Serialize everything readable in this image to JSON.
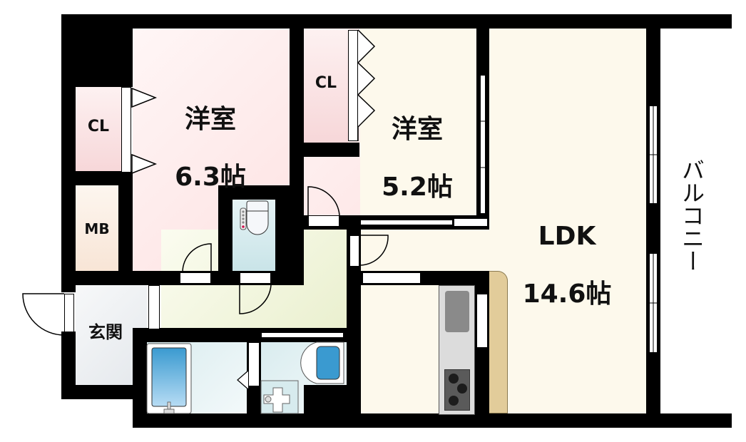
{
  "floorplan": {
    "rooms": {
      "western_room_1": {
        "name": "洋室",
        "size": "6.3帖"
      },
      "western_room_2": {
        "name": "洋室",
        "size": "5.2帖"
      },
      "ldk": {
        "name": "LDK",
        "size": "14.6帖"
      },
      "closet_1": {
        "name": "CL"
      },
      "closet_2": {
        "name": "CL"
      },
      "meter_box": {
        "name": "MB"
      },
      "entrance": {
        "name": "玄関"
      },
      "balcony": {
        "name": "バルコニー"
      }
    },
    "colors": {
      "wall": "#000000",
      "western_room": "#fde2e2",
      "ldk": "#fdf9ec",
      "hall": "#eaf0cf",
      "wet_area": "#c9e4e8",
      "kitchen_counter": "#dcdcdc",
      "cabinet": "#e2cc9a",
      "bathtub": "#3a9ad0"
    }
  }
}
